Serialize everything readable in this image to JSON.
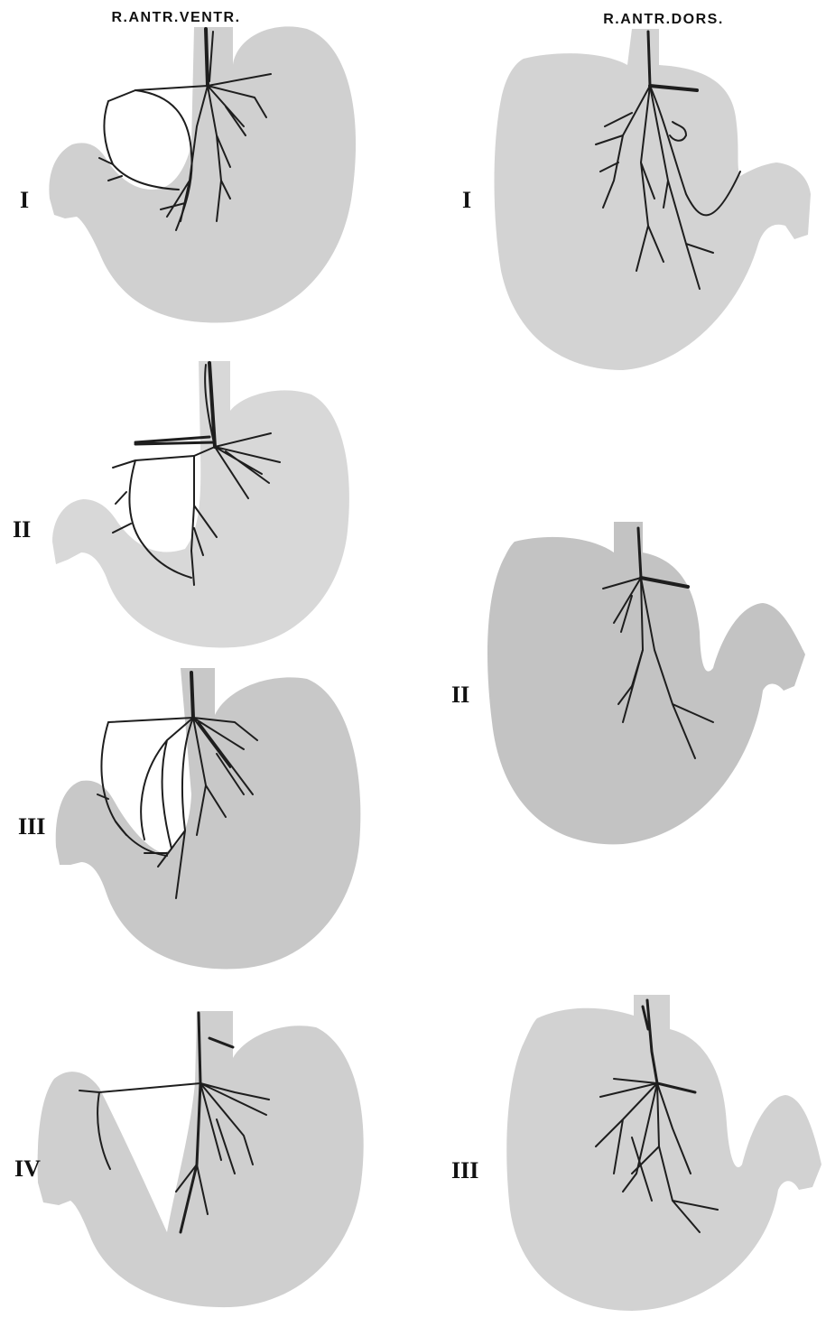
{
  "columns": [
    {
      "title": "R.ANTR.VENTR.",
      "panels": [
        {
          "label": "I",
          "shade": "#d0d0d0"
        },
        {
          "label": "II",
          "shade": "#d8d8d8"
        },
        {
          "label": "III",
          "shade": "#c8c8c8"
        },
        {
          "label": "IV",
          "shade": "#cfcfcf"
        }
      ]
    },
    {
      "title": "R.ANTR.DORS.",
      "panels": [
        {
          "label": "I",
          "shade": "#d3d3d3"
        },
        {
          "label": "II",
          "shade": "#c3c3c3"
        },
        {
          "label": "III",
          "shade": "#d2d2d2"
        }
      ]
    }
  ],
  "colors": {
    "background": "#ffffff",
    "nerve": "#1e1e1e",
    "text": "#111111"
  }
}
